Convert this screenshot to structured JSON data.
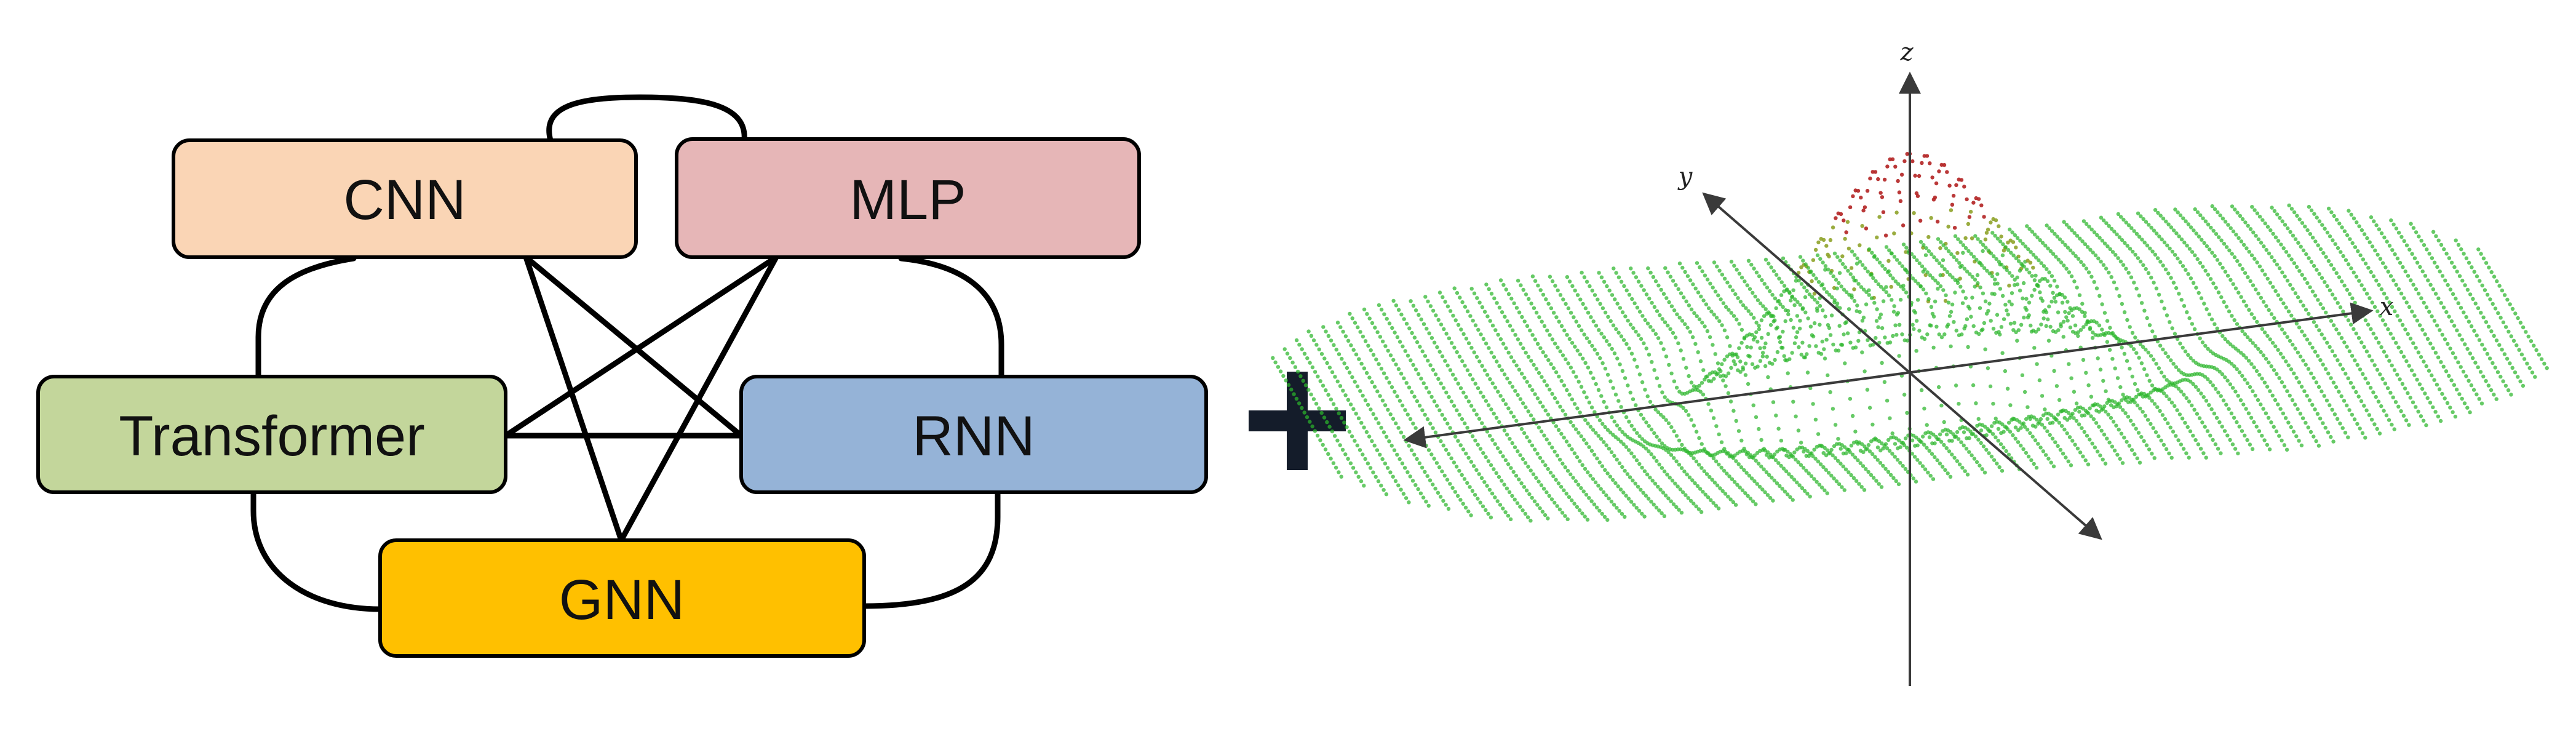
{
  "diagram": {
    "nodes": [
      {
        "id": "cnn",
        "label": "CNN",
        "color": "#FAD5B5"
      },
      {
        "id": "mlp",
        "label": "MLP",
        "color": "#E6B6B7"
      },
      {
        "id": "transformer",
        "label": "Transformer",
        "color": "#C3D69B"
      },
      {
        "id": "rnn",
        "label": "RNN",
        "color": "#95B3D7"
      },
      {
        "id": "gnn",
        "label": "GNN",
        "color": "#FFC000"
      }
    ],
    "edges": [
      [
        "cnn",
        "mlp"
      ],
      [
        "cnn",
        "transformer"
      ],
      [
        "cnn",
        "rnn"
      ],
      [
        "cnn",
        "gnn"
      ],
      [
        "mlp",
        "transformer"
      ],
      [
        "mlp",
        "rnn"
      ],
      [
        "mlp",
        "gnn"
      ],
      [
        "transformer",
        "rnn"
      ],
      [
        "transformer",
        "gnn"
      ],
      [
        "rnn",
        "gnn"
      ]
    ]
  },
  "operator": {
    "symbol": "+"
  },
  "surface_plot": {
    "axes": {
      "x": "x",
      "y": "y",
      "z": "z"
    },
    "colors": {
      "surface": "#2BB52B",
      "peak": "#B22222"
    }
  }
}
